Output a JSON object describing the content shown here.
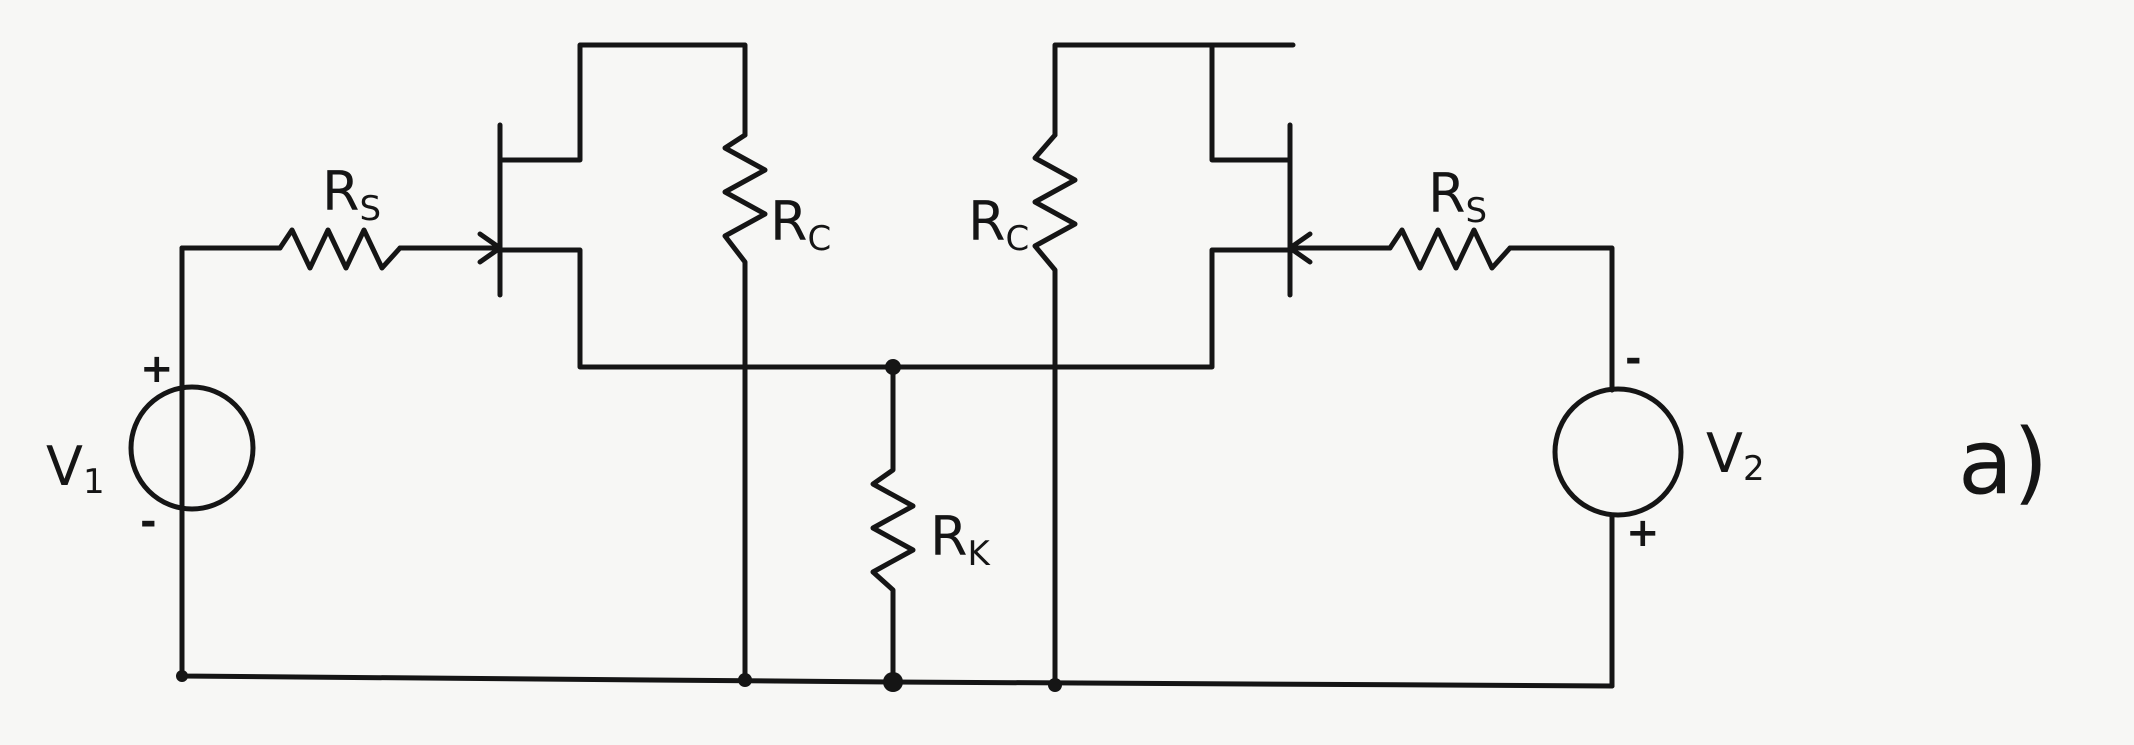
{
  "labels": {
    "rs_left": {
      "main": "R",
      "sub": "S"
    },
    "rs_right": {
      "main": "R",
      "sub": "S"
    },
    "rc_left": {
      "main": "R",
      "sub": "C"
    },
    "rc_right": {
      "main": "R",
      "sub": "C"
    },
    "rk": {
      "main": "R",
      "sub": "K"
    },
    "v1": {
      "main": "V",
      "sub": "1"
    },
    "v2": {
      "main": "V",
      "sub": "2"
    },
    "panel": "a)"
  },
  "polarity": {
    "v1_top": "+",
    "v1_bottom": "-",
    "v2_top": "-",
    "v2_bottom": "+"
  },
  "colors": {
    "ink": "#151515",
    "paper": "#f7f7f5"
  }
}
